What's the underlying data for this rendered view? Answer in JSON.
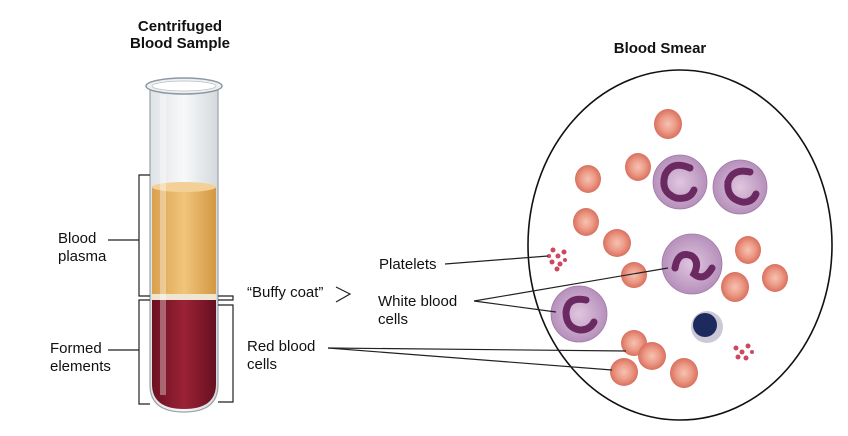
{
  "titles": {
    "tube_line1": "Centrifuged",
    "tube_line2": "Blood Sample",
    "smear": "Blood Smear"
  },
  "labels": {
    "plasma_line1": "Blood",
    "plasma_line2": "plasma",
    "formed_line1": "Formed",
    "formed_line2": "elements",
    "buffy_coat": "“Buffy coat”",
    "platelets": "Platelets",
    "wbc_line1": "White blood",
    "wbc_line2": "cells",
    "rbc_line1": "Red blood",
    "rbc_line2": "cells"
  },
  "colors": {
    "plasma": "#e9b767",
    "red_cells": "#8a1a2c",
    "rbc": "#e98f7d",
    "wbc": "#c7a5c8",
    "nucleus": "#6a2960",
    "lymphocyte": "#1d2a5e",
    "platelet": "#cf4660"
  },
  "icons": {
    "tube": "test-tube-icon",
    "smear": "microscope-field-icon"
  }
}
